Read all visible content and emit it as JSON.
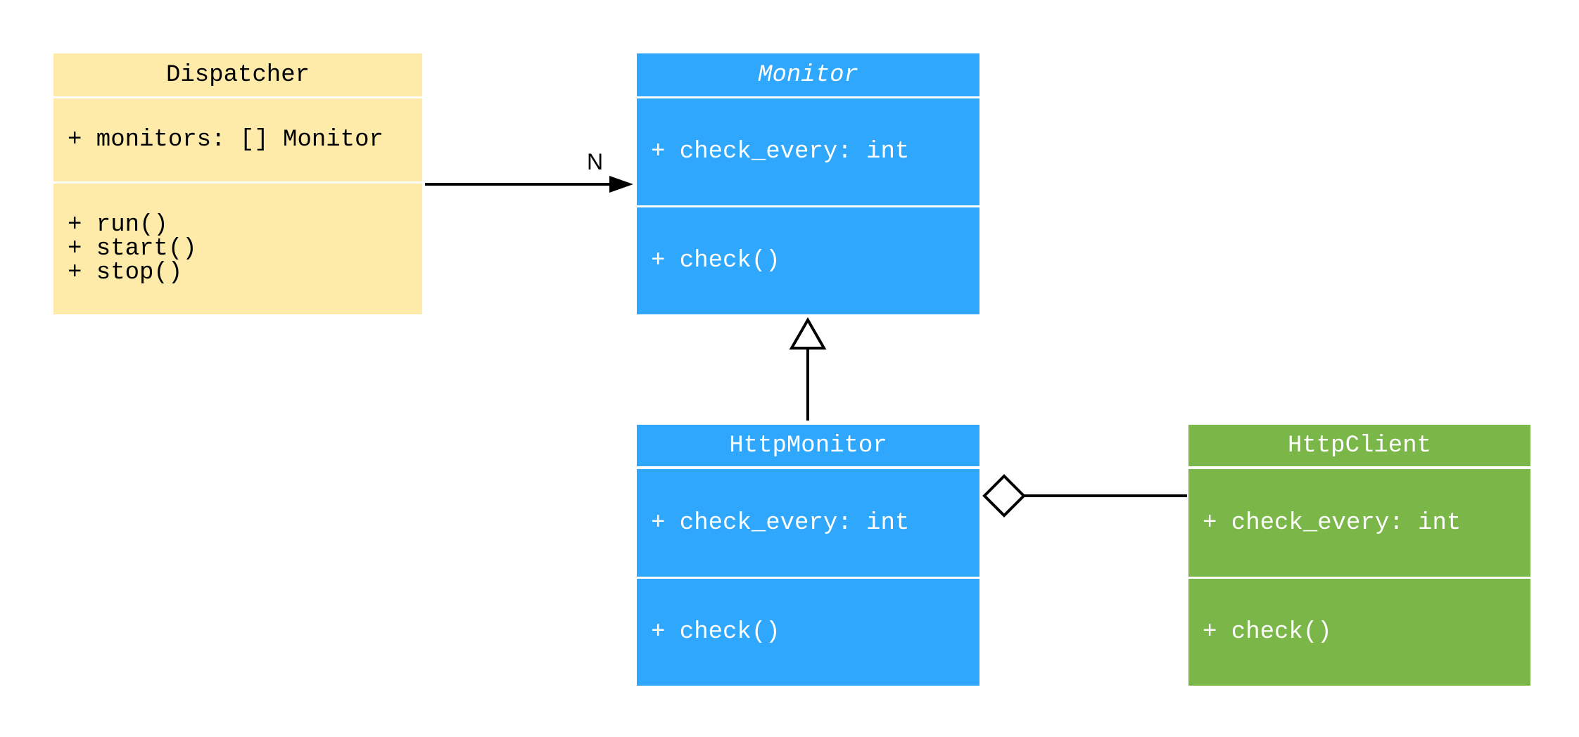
{
  "classes": {
    "dispatcher": {
      "name": "Dispatcher",
      "attributes": [
        "+ monitors: [] Monitor"
      ],
      "methods": [
        "+ run()",
        "+ start()",
        "+ stop()"
      ],
      "color": "#FEEBA9"
    },
    "monitor": {
      "name": "Monitor",
      "abstract": true,
      "attributes": [
        "+ check_every: int"
      ],
      "methods": [
        "+ check()"
      ],
      "color": "#2EA7FD"
    },
    "http_monitor": {
      "name": "HttpMonitor",
      "attributes": [
        "+ check_every: int"
      ],
      "methods": [
        "+ check()"
      ],
      "color": "#2EA7FD"
    },
    "http_client": {
      "name": "HttpClient",
      "attributes": [
        "+ check_every: int"
      ],
      "methods": [
        "+ check()"
      ],
      "color": "#7AB648"
    }
  },
  "relations": [
    {
      "from": "Dispatcher",
      "to": "Monitor",
      "type": "association",
      "multiplicity": "N"
    },
    {
      "from": "HttpMonitor",
      "to": "Monitor",
      "type": "inheritance"
    },
    {
      "from": "HttpClient",
      "to": "HttpMonitor",
      "type": "aggregation"
    }
  ]
}
